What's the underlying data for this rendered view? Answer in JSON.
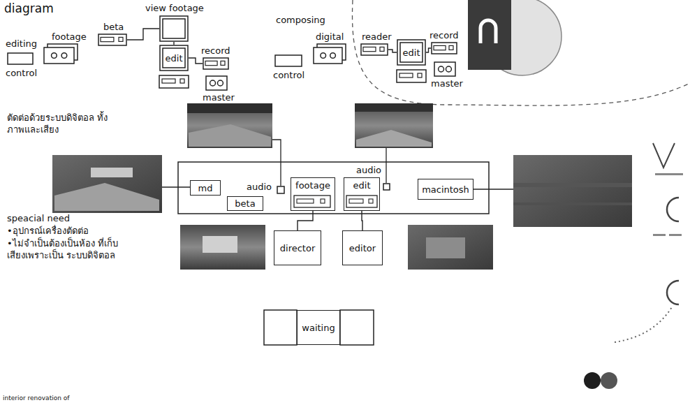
{
  "diagram": {
    "nodes": [
      {
        "text": [
          "control"
        ]
      },
      {
        "text": [
          "footage"
        ]
      },
      {
        "text": [
          "beta"
        ]
      },
      {
        "text": [
          "view footage"
        ]
      },
      {
        "text": [
          "edit"
        ]
      },
      {
        "text": [
          "record"
        ]
      },
      {
        "text": [
          "master"
        ]
      },
      {
        "text": [
          "control"
        ]
      },
      {
        "text": [
          "digital"
        ]
      },
      {
        "text": [
          "reader"
        ]
      },
      {
        "text": [
          "edit"
        ]
      },
      {
        "text": [
          "record"
        ]
      },
      {
        "text": [
          "master"
        ]
      },
      {
        "text": [
          "md"
        ]
      },
      {
        "text": [
          "audio"
        ]
      },
      {
        "text": [
          "beta"
        ]
      },
      {
        "text": [
          "footage"
        ]
      },
      {
        "text": [
          "edit"
        ]
      },
      {
        "text": [
          "audio"
        ]
      },
      {
        "text": [
          "macintosh"
        ]
      },
      {
        "text": [
          "director"
        ]
      },
      {
        "text": [
          "editor"
        ]
      },
      {
        "text": [
          "waiting"
        ]
      }
    ],
    "edges": [
      {
        "from": 2,
        "to": 3,
        "arrow": "none"
      },
      {
        "from": 3,
        "to": 4,
        "arrow": "none"
      },
      {
        "from": 4,
        "to": 5,
        "arrow": "none"
      },
      {
        "from": 9,
        "to": 10,
        "arrow": "none"
      },
      {
        "from": 10,
        "to": 11,
        "arrow": "none"
      },
      {
        "from": 16,
        "to": 20,
        "arrow": "none"
      },
      {
        "from": 17,
        "to": 21,
        "arrow": "none"
      }
    ],
    "labels": [
      "diagram",
      "editing",
      "composing",
      "ตัดต่อด้วยระบบดิจิตอล ทั้งภาพและเสียง",
      "speacial need",
      "•อุปกรณ์เครื่องตัดต่อ",
      "•ไม่จำเป็นต้องเป็นห้อง ที่เก็บเสียงเพราะเป็น ระบบดิจิตอล",
      "interior renovation of"
    ]
  }
}
